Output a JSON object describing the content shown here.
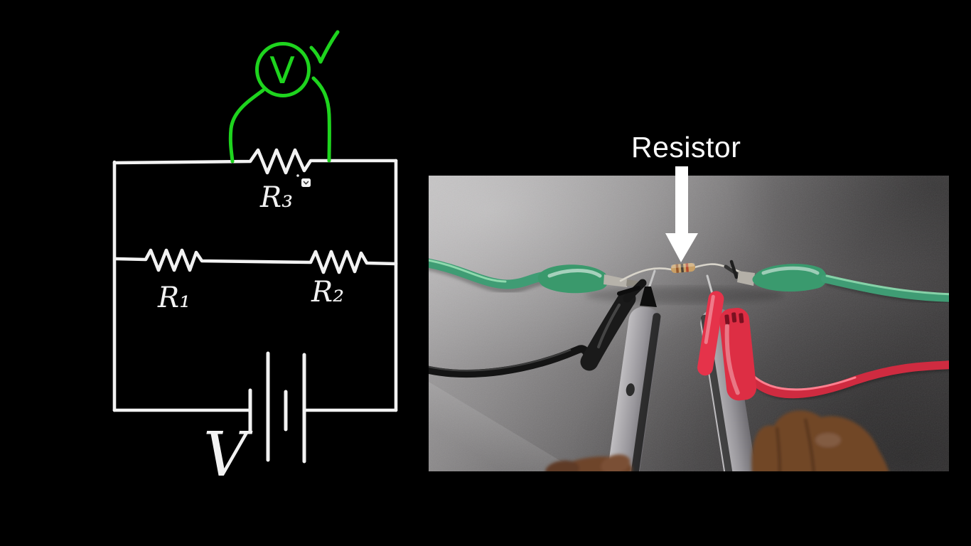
{
  "frame": {
    "background": "#000000",
    "description": "black video frame with hand-drawn circuit diagram on left and photo of a resistor measurement on right"
  },
  "circuit_diagram": {
    "stroke_color": "#f2f2f2",
    "annotation_color": "#1ed41e",
    "labels": {
      "r1": "R₁",
      "r2": "R₂",
      "r3": "R₃",
      "battery": "V",
      "voltmeter": "V"
    },
    "icons": {
      "approval": "checkmark-icon",
      "r3_widget": "chevron-down-icon"
    }
  },
  "photo": {
    "caption": "Resistor",
    "arrow_icon": "down-arrow-icon",
    "colors": {
      "surface_light": "#b8b6b7",
      "surface_dark": "#424041",
      "green_wire": "#3f9c74",
      "red_wire": "#d8304a",
      "black_wire": "#161616",
      "probe_gray": "#9a989b",
      "resistor_body": "#c9a066",
      "skin_tone": "#714628",
      "arrow_color": "#ffffff"
    }
  }
}
